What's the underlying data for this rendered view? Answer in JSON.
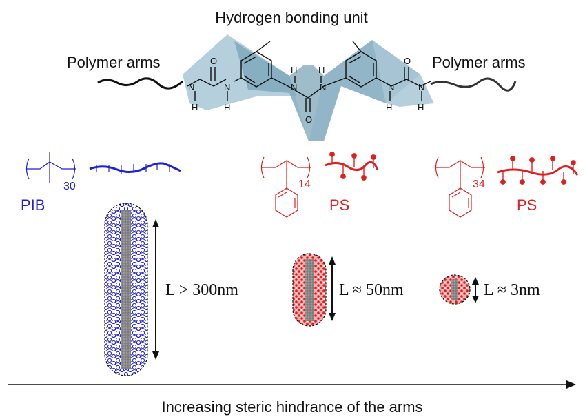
{
  "title": "Hydrogen bonding unit",
  "arm_label_left": "Polymer arms",
  "arm_label_right": "Polymer arms",
  "atoms": {
    "O_left": "O",
    "O_right": "O",
    "O_center": "O",
    "N": "N",
    "H": "H"
  },
  "polymers": [
    {
      "name": "PIB",
      "subscript": "30",
      "color": "#1f1fd6"
    },
    {
      "name": "PS",
      "subscript": "14",
      "color": "#e01f1f"
    },
    {
      "name": "PS",
      "subscript": "34",
      "color": "#e01f1f"
    }
  ],
  "lengths": [
    {
      "label": "L > 300nm"
    },
    {
      "label": "L ≈ 50nm"
    },
    {
      "label": "L ≈ 3nm"
    }
  ],
  "axis_caption": "Increasing steric hindrance of the arms"
}
